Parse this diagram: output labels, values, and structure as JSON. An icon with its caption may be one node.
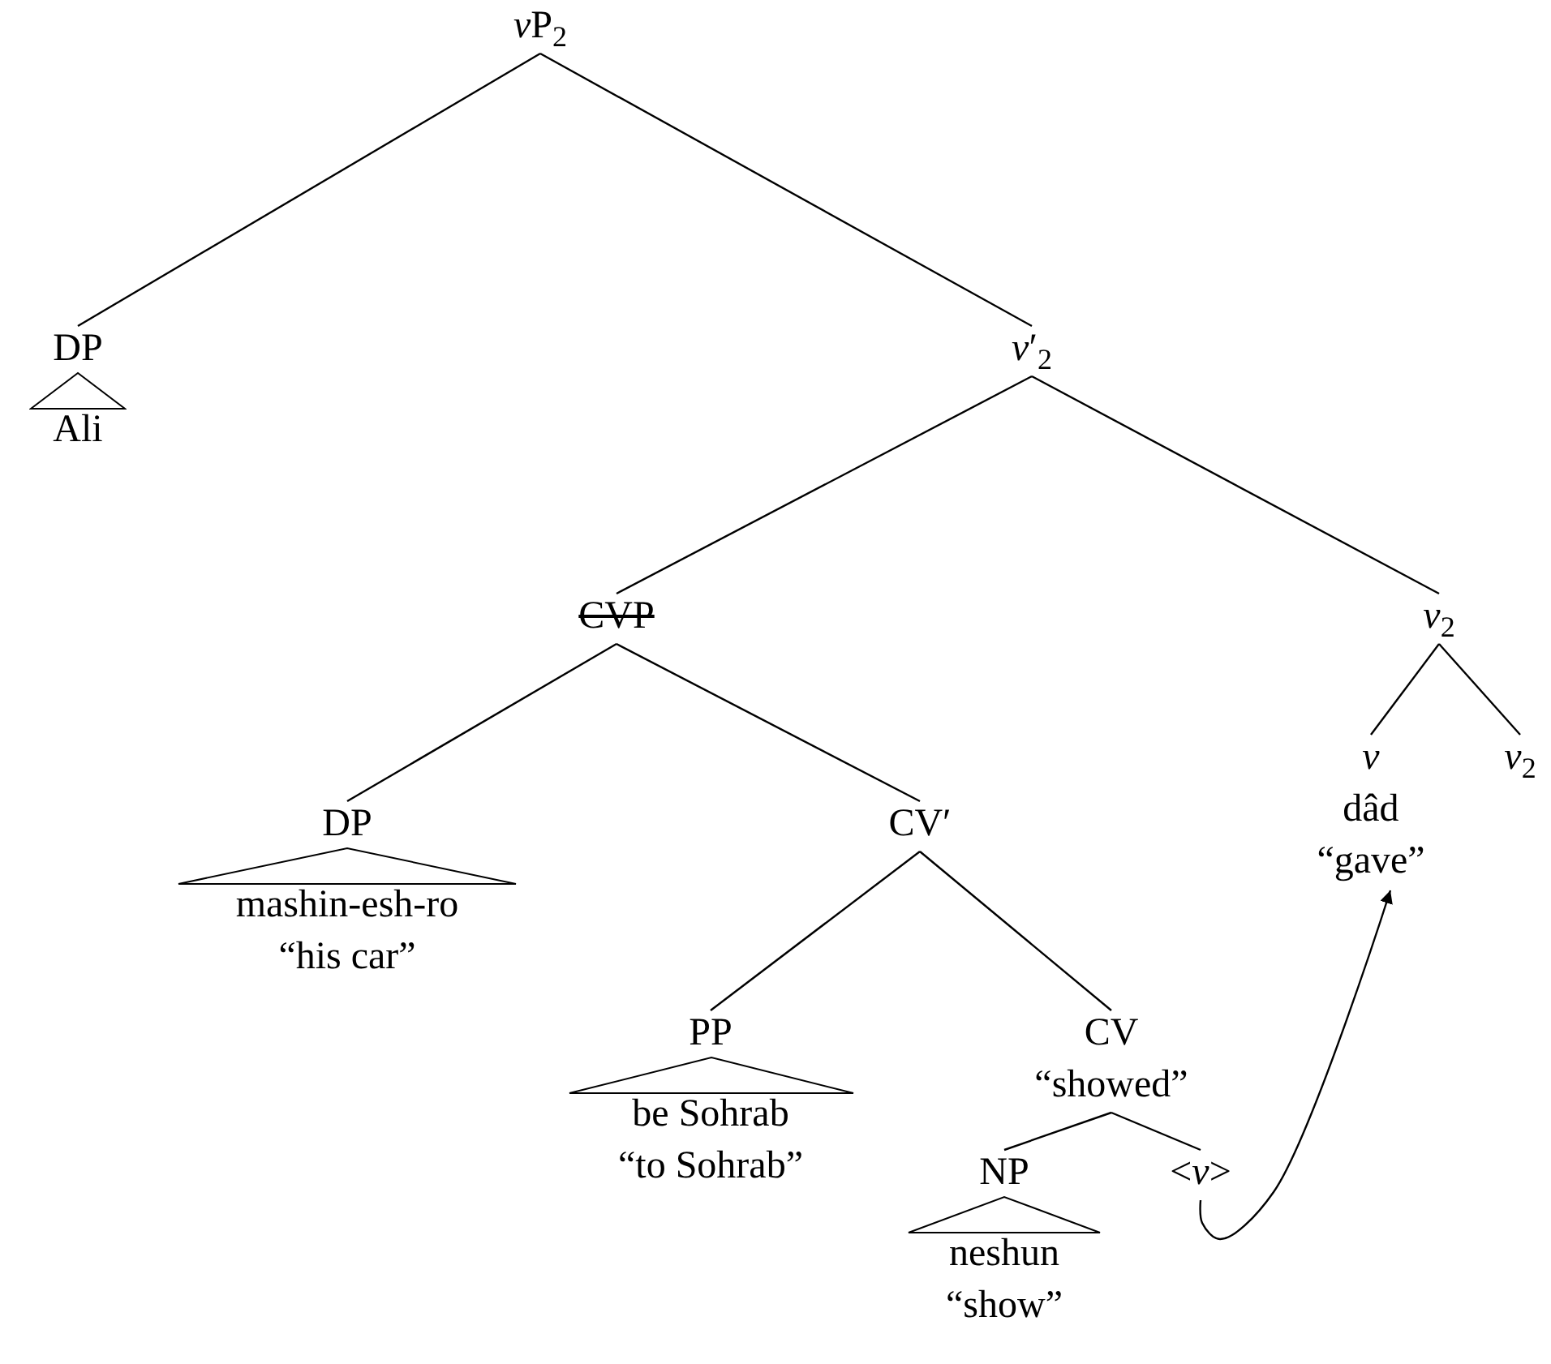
{
  "diagram": {
    "nodes": [
      {
        "text": [
          "vP$_{2}$"
        ]
      },
      {
        "text": [
          "DP",
          "Ali"
        ]
      },
      {
        "text": [
          "*v*′$_{2}$"
        ]
      },
      {
        "text": [
          "CVP"
        ]
      },
      {
        "text": [
          "*v*$_{2}$"
        ]
      },
      {
        "text": [
          "DP",
          "mashin-esh-ro",
          "“his car”"
        ]
      },
      {
        "text": [
          "CV′"
        ]
      },
      {
        "text": [
          "PP",
          "be Sohrab",
          "“to Sohrab”"
        ]
      },
      {
        "text": [
          "CV",
          "“showed”"
        ]
      },
      {
        "text": [
          "*v*",
          "dâd",
          "“gave”"
        ]
      },
      {
        "text": [
          "*v*$_{2}$"
        ]
      },
      {
        "text": [
          "NP",
          "neshun",
          "“show”"
        ]
      },
      {
        "text": [
          "<*v*>"
        ]
      }
    ],
    "edges": [
      {
        "from": 0,
        "to": 1,
        "arrow": "none"
      },
      {
        "from": 0,
        "to": 2,
        "arrow": "none"
      },
      {
        "from": 2,
        "to": 3,
        "arrow": "none"
      },
      {
        "from": 2,
        "to": 4,
        "arrow": "none"
      },
      {
        "from": 3,
        "to": 5,
        "arrow": "none"
      },
      {
        "from": 3,
        "to": 6,
        "arrow": "none"
      },
      {
        "from": 4,
        "to": 9,
        "arrow": "none"
      },
      {
        "from": 4,
        "to": 10,
        "arrow": "none"
      },
      {
        "from": 6,
        "to": 7,
        "arrow": "none"
      },
      {
        "from": 6,
        "to": 8,
        "arrow": "none"
      },
      {
        "from": 8,
        "to": 11,
        "arrow": "none"
      },
      {
        "from": 8,
        "to": 12,
        "arrow": "none"
      },
      {
        "from": 12,
        "to": 9,
        "arrow": "to"
      }
    ]
  }
}
